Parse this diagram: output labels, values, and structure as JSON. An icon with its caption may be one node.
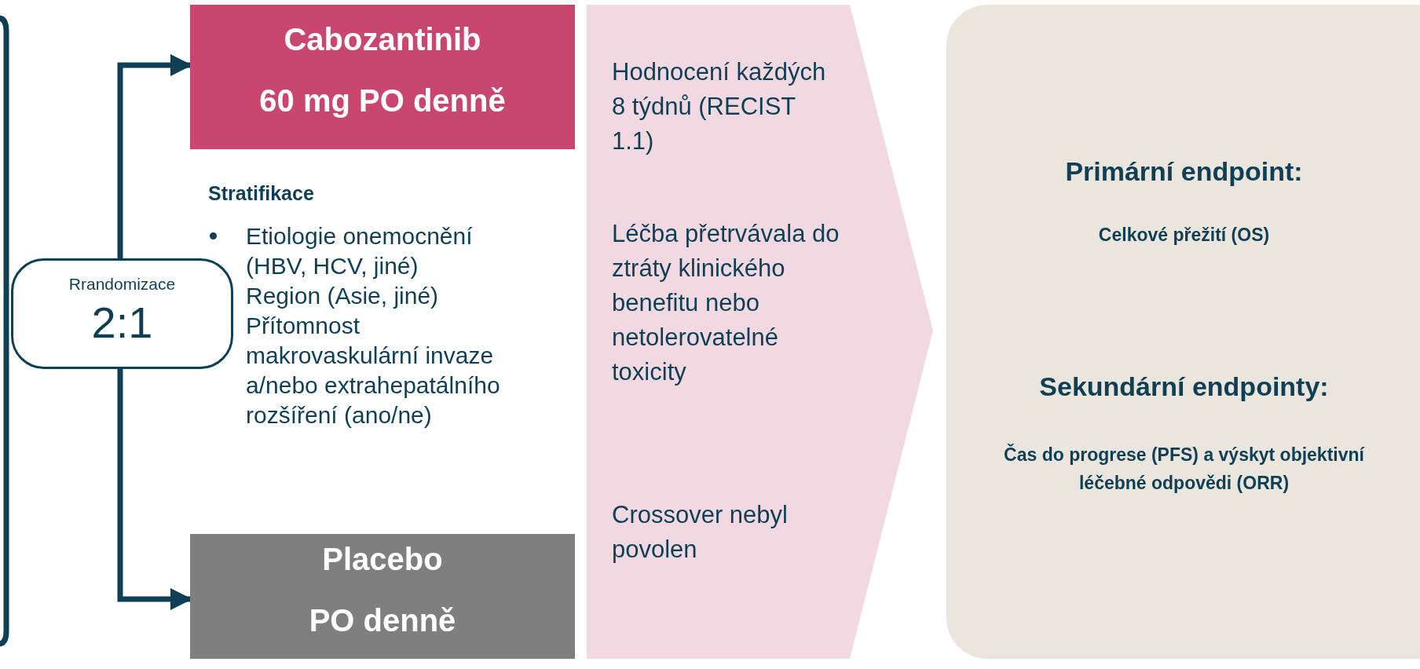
{
  "diagram": {
    "nodes": [
      {
        "text": [
          "Cabozantinib",
          "60 mg PO denně"
        ]
      },
      {
        "text": [
          "Rrandomizace",
          "2:1"
        ]
      },
      {
        "text": [
          "Placebo",
          "PO denně"
        ]
      },
      {
        "text": [
          "Hodnocení každých 8 týdnů (RECIST 1.1)",
          "Léčba přetrvávala do ztráty klinického benefitu nebo netolerovatelné toxicity",
          "Crossover nebyl povolen"
        ]
      },
      {
        "text": [
          "Primární endpoint:",
          "Celkové přežití (OS)",
          "Sekundární endpointy:",
          "Čas do progrese (PFS) a výskyt objektivní léčebné odpovědi (ORR)"
        ]
      }
    ],
    "edges": [
      {
        "from": 1,
        "to": 0,
        "arrow": "to"
      },
      {
        "from": 1,
        "to": 2,
        "arrow": "to"
      }
    ],
    "labels": [
      "Stratifikace",
      "Etiologie onemocnění (HBV, HCV, jiné)",
      "Region (Asie, jiné)",
      "Přítomnost makrovaskulární invaze a/nebo extrahepatálního rozšíření (ano/ne)"
    ]
  }
}
